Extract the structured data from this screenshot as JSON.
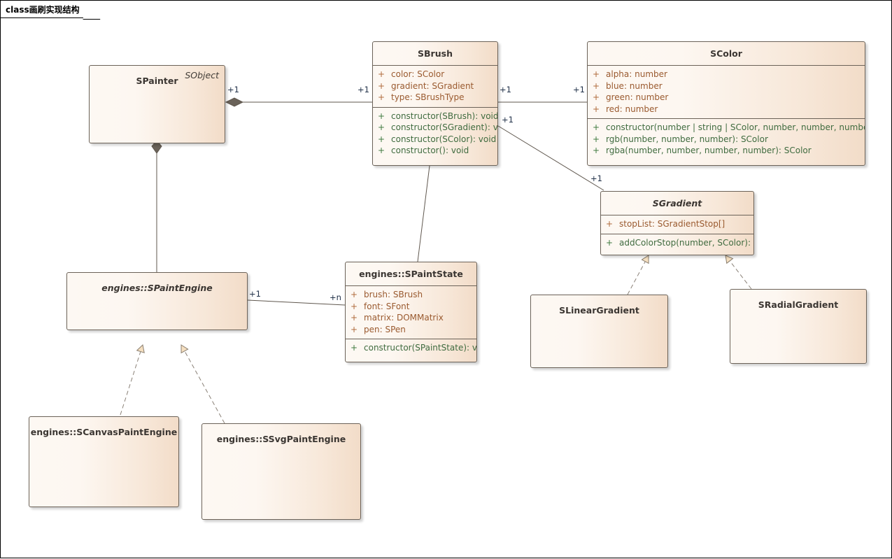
{
  "frame": {
    "keyword": "class",
    "name": "画刷实现结构",
    "label": "class画刷实现结构"
  },
  "colors": {
    "box_border": "#6b6258",
    "box_fill_left": "#fdf8f3",
    "box_fill_right": "#f2dcc8",
    "attribute_text": "#9a5a2f",
    "operation_text": "#3f6b3f",
    "title_text": "#3b3632",
    "link_line": "#5f574e",
    "multiplicity_text": "#22324a",
    "arrow_fill": "#f5dfc0"
  },
  "classes": [
    {
      "id": "spainter",
      "name": "SPainter",
      "stereotype": "SObject",
      "italic": false,
      "attributes": [],
      "operations": []
    },
    {
      "id": "sbrush",
      "name": "SBrush",
      "stereotype": "",
      "italic": false,
      "attributes": [
        {
          "vis": "+",
          "text": "color: SColor"
        },
        {
          "vis": "+",
          "text": "gradient: SGradient"
        },
        {
          "vis": "+",
          "text": "type: SBrushType"
        }
      ],
      "operations": [
        {
          "vis": "+",
          "text": "constructor(SBrush): void"
        },
        {
          "vis": "+",
          "text": "constructor(SGradient): void"
        },
        {
          "vis": "+",
          "text": "constructor(SColor): void"
        },
        {
          "vis": "+",
          "text": "constructor(): void"
        }
      ]
    },
    {
      "id": "scolor",
      "name": "SColor",
      "stereotype": "",
      "italic": false,
      "attributes": [
        {
          "vis": "+",
          "text": "alpha: number"
        },
        {
          "vis": "+",
          "text": "blue: number"
        },
        {
          "vis": "+",
          "text": "green: number"
        },
        {
          "vis": "+",
          "text": "red: number"
        }
      ],
      "operations": [
        {
          "vis": "+",
          "text": "constructor(number | string | SColor, number, number, number): void"
        },
        {
          "vis": "+",
          "text": "rgb(number, number, number): SColor"
        },
        {
          "vis": "+",
          "text": "rgba(number, number, number, number): SColor"
        }
      ]
    },
    {
      "id": "sgradient",
      "name": "SGradient",
      "stereotype": "",
      "italic": true,
      "attributes": [
        {
          "vis": "+",
          "text": "stopList: SGradientStop[]"
        }
      ],
      "operations": [
        {
          "vis": "+",
          "text": "addColorStop(number, SColor): void"
        }
      ]
    },
    {
      "id": "spaintstate",
      "name": "engines::SPaintState",
      "stereotype": "",
      "italic": false,
      "attributes": [
        {
          "vis": "+",
          "text": "brush: SBrush"
        },
        {
          "vis": "+",
          "text": "font: SFont"
        },
        {
          "vis": "+",
          "text": "matrix: DOMMatrix"
        },
        {
          "vis": "+",
          "text": "pen: SPen"
        }
      ],
      "operations": [
        {
          "vis": "+",
          "text": "constructor(SPaintState): void"
        }
      ]
    },
    {
      "id": "spaintengine",
      "name": "engines::SPaintEngine",
      "stereotype": "",
      "italic": true,
      "attributes": [],
      "operations": []
    },
    {
      "id": "scanvaspaintengine",
      "name": "engines::SCanvasPaintEngine",
      "stereotype": "",
      "italic": false,
      "attributes": [],
      "operations": []
    },
    {
      "id": "ssvgpaintengine",
      "name": "engines::SSvgPaintEngine",
      "stereotype": "",
      "italic": false,
      "attributes": [],
      "operations": []
    },
    {
      "id": "slineargradient",
      "name": "SLinearGradient",
      "stereotype": "",
      "italic": false,
      "attributes": [],
      "operations": []
    },
    {
      "id": "sradialgradient",
      "name": "SRadialGradient",
      "stereotype": "",
      "italic": false,
      "attributes": [],
      "operations": []
    }
  ],
  "multiplicities": [
    {
      "id": "m-spainter-right",
      "label": "+1"
    },
    {
      "id": "m-sbrush-left",
      "label": "+1"
    },
    {
      "id": "m-sbrush-right",
      "label": "+1"
    },
    {
      "id": "m-scolor-left",
      "label": "+1"
    },
    {
      "id": "m-sbrush-lower",
      "label": "+1"
    },
    {
      "id": "m-sgradient-top",
      "label": "+1"
    },
    {
      "id": "m-engine-right",
      "label": "+1"
    },
    {
      "id": "m-paintstate-left",
      "label": "+n"
    }
  ],
  "relations": [
    {
      "id": "r-painter-brush-color",
      "type": "composition",
      "from": "SPainter",
      "to": "SColor"
    },
    {
      "id": "r-painter-engine",
      "type": "composition",
      "from": "SPainter",
      "to": "engines::SPaintEngine"
    },
    {
      "id": "r-brush-gradient",
      "type": "association",
      "from": "SBrush",
      "to": "SGradient"
    },
    {
      "id": "r-brush-paintstate",
      "type": "association",
      "from": "SBrush",
      "to": "engines::SPaintState"
    },
    {
      "id": "r-engine-paintstate",
      "type": "association",
      "from": "engines::SPaintEngine",
      "to": "engines::SPaintState"
    },
    {
      "id": "r-canvas-engine",
      "type": "realization",
      "from": "engines::SCanvasPaintEngine",
      "to": "engines::SPaintEngine"
    },
    {
      "id": "r-svg-engine",
      "type": "realization",
      "from": "engines::SSvgPaintEngine",
      "to": "engines::SPaintEngine"
    },
    {
      "id": "r-linear-gradient",
      "type": "realization",
      "from": "SLinearGradient",
      "to": "SGradient"
    },
    {
      "id": "r-radial-gradient",
      "type": "realization",
      "from": "SRadialGradient",
      "to": "SGradient"
    }
  ]
}
